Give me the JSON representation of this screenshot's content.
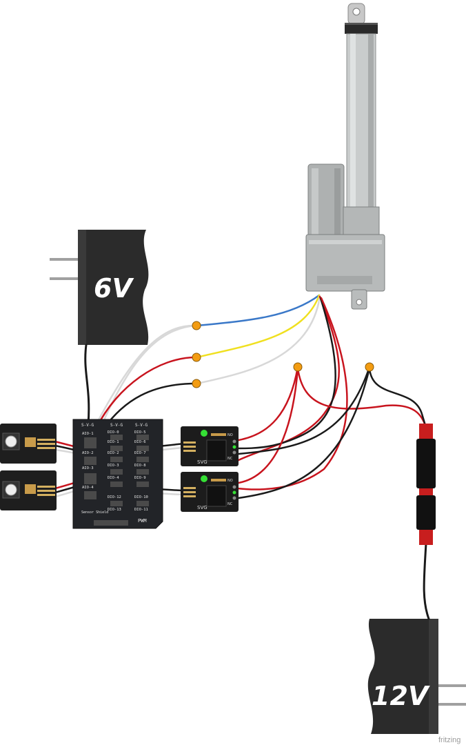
{
  "diagram": {
    "adapter_6v_label": "6V",
    "adapter_12v_label": "12V",
    "shield": {
      "header_left": "S-V-G",
      "header_mid": "S-V-G",
      "header_right": "S-V-G",
      "col1": [
        "AIO-1",
        "AIO-2",
        "AIO-3",
        "AIO-4"
      ],
      "col2": [
        "DIO-0",
        "DIO-1",
        "DIO-2",
        "DIO-3",
        "DIO-4"
      ],
      "col3": [
        "DIO-5",
        "DIO-6",
        "DIO-7",
        "DIO-8",
        "DIO-9"
      ],
      "bottom_mid": [
        "DIO-12",
        "DIO-13"
      ],
      "bottom_right": [
        "DIO-10",
        "DIO-11"
      ],
      "pwm_label": "PWM",
      "brand_label": "Sensor Shield"
    },
    "relay_top": {
      "label": "SVG",
      "no_label": "NO",
      "nc_label": "NC"
    },
    "relay_bottom": {
      "label": "SVG",
      "no_label": "NO",
      "nc_label": "NC"
    },
    "watermark": "fritzing"
  },
  "colors": {
    "wire_red": "#c8141e",
    "wire_black": "#1a1a1a",
    "wire_white": "#d8d8d8",
    "wire_blue": "#3a78c8",
    "wire_yellow": "#f0e020",
    "connector_orange": "#f39c12",
    "pcb": "#222428",
    "adapter": "#2b2b2b",
    "actuator_grey": "#b9bcbc",
    "relay_led": "#35e035",
    "connector_red": "#c81e1e"
  }
}
